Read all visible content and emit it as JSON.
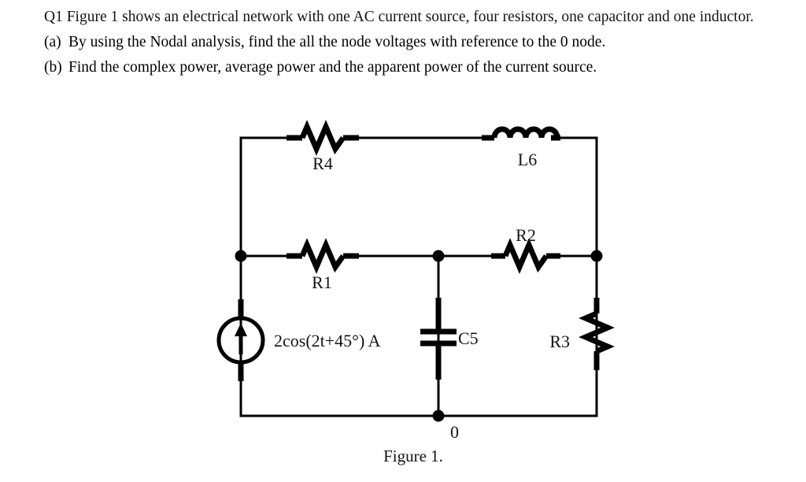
{
  "question": {
    "intro": "Q1 Figure 1 shows an electrical network with one AC current source, four resistors, one capacitor and one inductor.",
    "items": [
      {
        "marker": "(a)",
        "text": "By using the Nodal analysis, find the all the node voltages with reference to the 0 node."
      },
      {
        "marker": "(b)",
        "text": "Find the complex power, average power and the apparent power of the current source."
      }
    ]
  },
  "figure": {
    "caption": "Figure 1.",
    "ground_label": "0",
    "components": {
      "r4": "R4",
      "r1": "R1",
      "r2": "R2",
      "r3": "R3",
      "l6": "L6",
      "c5": "C5",
      "source": "2cos(2t+45°) A"
    }
  },
  "colors": {
    "ink": "#000000",
    "text": "#141414",
    "background": "#ffffff"
  }
}
